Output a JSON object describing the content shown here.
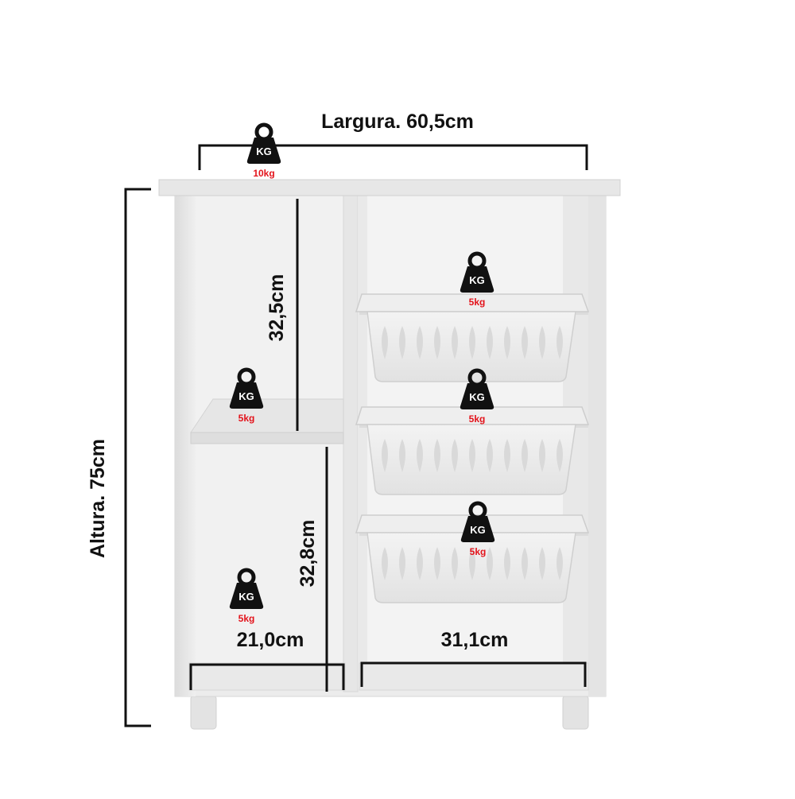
{
  "dimensions": {
    "width_label": "Largura. 60,5cm",
    "height_label": "Altura. 75cm",
    "upper_niche_height": "32,5cm",
    "lower_niche_height": "32,8cm",
    "left_niche_width": "21,0cm",
    "right_bay_width": "31,1cm"
  },
  "weights": {
    "icon_text": "KG",
    "top": "10kg",
    "shelf": "5kg",
    "bottom_niche": "5kg",
    "basket_top": "5kg",
    "basket_middle": "5kg",
    "basket_bottom": "5kg"
  },
  "colors": {
    "line": "#111111",
    "weight_label": "#e3131b",
    "furniture": "#e7e7e7",
    "furniture_edge": "#cfcfcf",
    "basket": "#ececec"
  }
}
